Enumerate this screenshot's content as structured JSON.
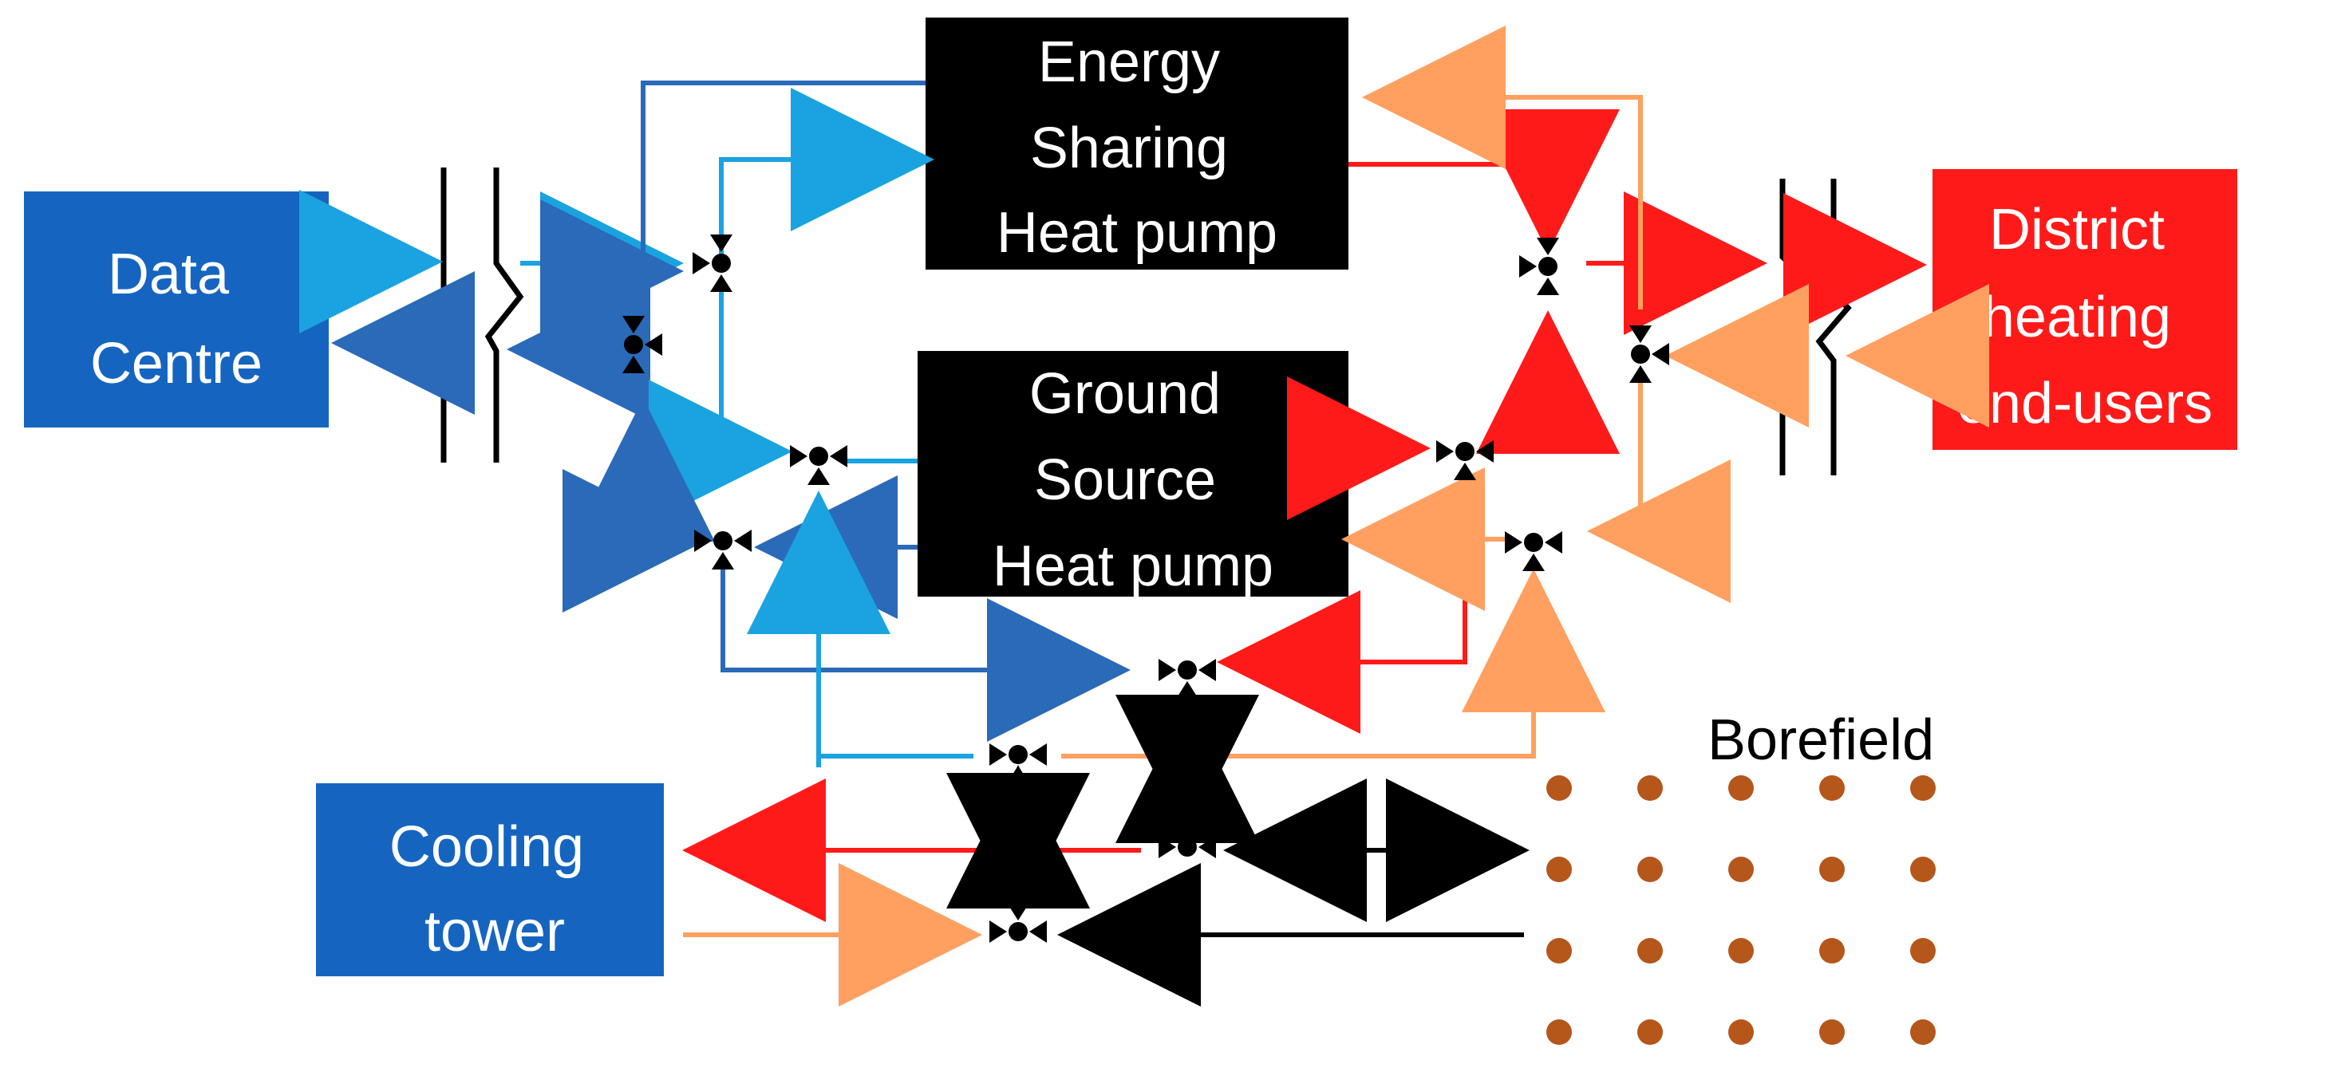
{
  "nodes": {
    "data_centre": {
      "lines": [
        "Data",
        "Centre"
      ]
    },
    "energy_sharing_heatpump": {
      "lines": [
        "Energy",
        "Sharing",
        "Heat pump"
      ]
    },
    "ground_source_heatpump": {
      "lines": [
        "Ground",
        "Source",
        "Heat pump"
      ]
    },
    "district_heating": {
      "lines": [
        "District",
        "heating",
        "end-users"
      ]
    },
    "cooling_tower": {
      "lines": [
        "Cooling",
        "tower"
      ]
    }
  },
  "borefield": {
    "label": "Borefield",
    "rows": 4,
    "cols": 5
  },
  "colors": {
    "blue_box": "#1565c0",
    "red_box": "#ff1a1a",
    "black_box": "#000000",
    "box_text": "#ffffff",
    "light_blue": "#1aa3e0",
    "dark_blue": "#2a6ab8",
    "red": "#ff1a1a",
    "orange": "#ffa060",
    "black": "#000000",
    "bore_dot": "#b5561b"
  }
}
